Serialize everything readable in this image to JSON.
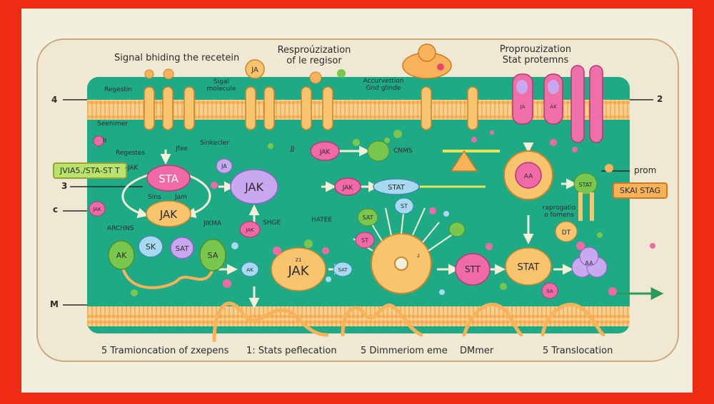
{
  "colors": {
    "frame": "#ee2b14",
    "panel": "#f3efdf",
    "cell": "#1faa86",
    "membrane": "#f5b860",
    "jak": "#f8c46e",
    "sta": "#f06aa8",
    "receptor": "#ef6fa8",
    "arrow": "#f2f0d6"
  },
  "labels": {
    "signal_binding": "Signal bhiding the recetein",
    "repro_line1": "Resproúzization",
    "repro_line2": "of le regisor",
    "propro_line1": "Proprouzization",
    "propro_line2": "Stat protemns",
    "side_4": "4",
    "side_2": "2",
    "side_3": "3",
    "side_c": "c",
    "side_m": "M",
    "regestin": "Regestin",
    "signal_molecule_1": "Sigal",
    "signal_molecule_2": "molecule",
    "activation_1": "Accurvettion",
    "activation_2": "Gnd glinde",
    "seenimer": "Seenimer",
    "ii": "II",
    "regestes": "Regestes",
    "jfee": "Jfee",
    "sinkecler": "Sinkecler",
    "jak_left": "JAK",
    "sins": "Sins",
    "jam": "Jam",
    "jikma": "JIKMA",
    "archns": "ARCHNS",
    "shge": "SHGE",
    "hatee": "HATEE",
    "jj": "JJ",
    "cnms": "CNMS",
    "prom": "prom",
    "reprogation_1": "raprogatio",
    "reprogation_2": "o fomens",
    "bottom_1": "5  Tramioncation of zxepens",
    "bottom_2": "1: Stats peflecation",
    "bottom_3": "5 Dimmeriom eme",
    "bottom_4": "DMmer",
    "bottom_5": "5 Translocation"
  },
  "tags": {
    "left_tag": "JVIA5./STA-ST T",
    "left_tag_suffix": "-JAK",
    "right_tag": "SKAI STAG"
  },
  "molecules": {
    "ja": "JA",
    "sta": "STA",
    "jak": "JAK",
    "jak_small": "JAK",
    "stat": "STAT",
    "stat_arrow": "STAT",
    "sk": "SK",
    "sat": "SAT",
    "ak": "AK",
    "sa": "SA",
    "st": "ST",
    "stt": "STT",
    "dt": "DT",
    "aa": "AA",
    "sa2": "SA",
    "sat2": "SAT",
    "num_21": "21",
    "num_2": "2"
  }
}
